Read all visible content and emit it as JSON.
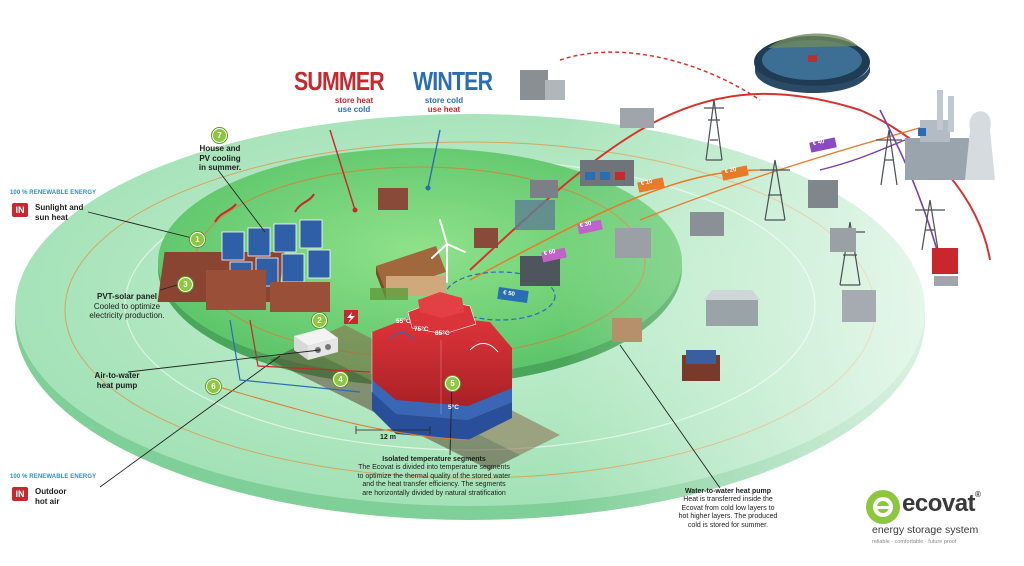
{
  "seasons": {
    "summer": {
      "title": "SUMMER",
      "line1": "store heat",
      "line2": "use cold"
    },
    "winter": {
      "title": "WINTER",
      "line1": "store cold",
      "line2": "use heat"
    }
  },
  "inputs": [
    {
      "renewable": "100 % RENEWABLE ENERGY",
      "badge": "IN",
      "line1": "Sunlight and",
      "line2": "sun heat"
    },
    {
      "renewable": "100 % RENEWABLE ENERGY",
      "badge": "IN",
      "line1": "Outdoor",
      "line2": "hot air"
    }
  ],
  "callouts": {
    "house": {
      "number": "7",
      "line1": "House and",
      "line2": "PV cooling",
      "line3": "in summer."
    },
    "pvt": {
      "title": "PVT-solar panel",
      "line1": "Cooled to optimize",
      "line2": "electricity production."
    },
    "heatpump": {
      "title": "Air-to-water",
      "line1": "heat pump"
    },
    "segments": {
      "title": "Isolated temperature segments",
      "line1": "The Ecovat is divided into temperature segments",
      "line2": "to optimize the thermal quality of the stored water",
      "line3": "and the heat transfer efficiency. The segments",
      "line4": "are horizontally divided by natural stratification"
    },
    "w2w": {
      "title": "Water-to-water heat pump",
      "line1": "Heat is transferred inside the",
      "line2": "Ecovat from cold low layers to",
      "line3": "hot higher layers. The produced",
      "line4": "cold is stored for summer."
    }
  },
  "markers": [
    "1",
    "2",
    "3",
    "4",
    "5",
    "6",
    "7"
  ],
  "tank": {
    "dimension": "12 m",
    "t_low": "5°C",
    "t_mid1": "55°C",
    "t_mid2": "75°C",
    "t_top": "85°C"
  },
  "tags": [
    "€ 10",
    "€ 20",
    "€ 30",
    "€ 40",
    "€ 50",
    "€ 60"
  ],
  "brand": {
    "name": "ecovat",
    "registered": "®",
    "tagline": "energy storage system",
    "slogan": "reliable · comfortable · future proof"
  },
  "colors": {
    "summer": "#c8272d",
    "winter": "#2a6db5",
    "accent_green": "#8dc63f",
    "ground": "#b9e9c8",
    "inner_ground": "#76d37e",
    "tank": "#c8272d",
    "cable_red": "#d9322e",
    "cable_orange": "#e87a2a",
    "cable_purple": "#7b3fa8"
  },
  "icons": [
    "lightning-icon",
    "wind-turbine-icon",
    "pylon-icon",
    "factory-icon",
    "house-icon",
    "solar-panel-icon"
  ]
}
